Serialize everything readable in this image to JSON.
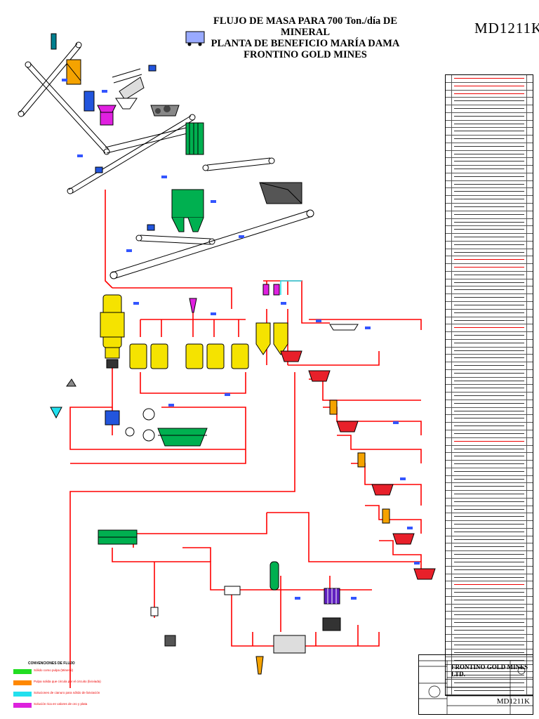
{
  "header": {
    "title_line1": "FLUJO DE MASA PARA 700 Ton./día DE",
    "title_line2": "MINERAL",
    "title_line3": "PLANTA DE BENEFICIO MARÍA DAMA",
    "title_line4": "FRONTINO GOLD MINES",
    "drawing_code": "MD1211K"
  },
  "legend": {
    "title": "CONVENCIONES DE FLUJO",
    "items": [
      {
        "label": "Sólido como pulpa (Mineral)",
        "color": "#22dd22"
      },
      {
        "label": "Pulpa solida que circula por el circuito (lixiviada)",
        "color": "#ff8800"
      },
      {
        "label": "Soluciones de cianuro para sólido de lixiviación",
        "color": "#22e0ee"
      },
      {
        "label": "Solución rica en valores de oro y plata",
        "color": "#dd22dd"
      }
    ]
  },
  "title_block": {
    "company": "FRONTINO GOLD MINES LTD.",
    "code": "MD1211K"
  },
  "colors": {
    "flow_line": "#ff0000",
    "equipment_yellow": "#f5e300",
    "equipment_red": "#e8202a",
    "equipment_green": "#00b050",
    "equipment_magenta": "#e020e0"
  }
}
